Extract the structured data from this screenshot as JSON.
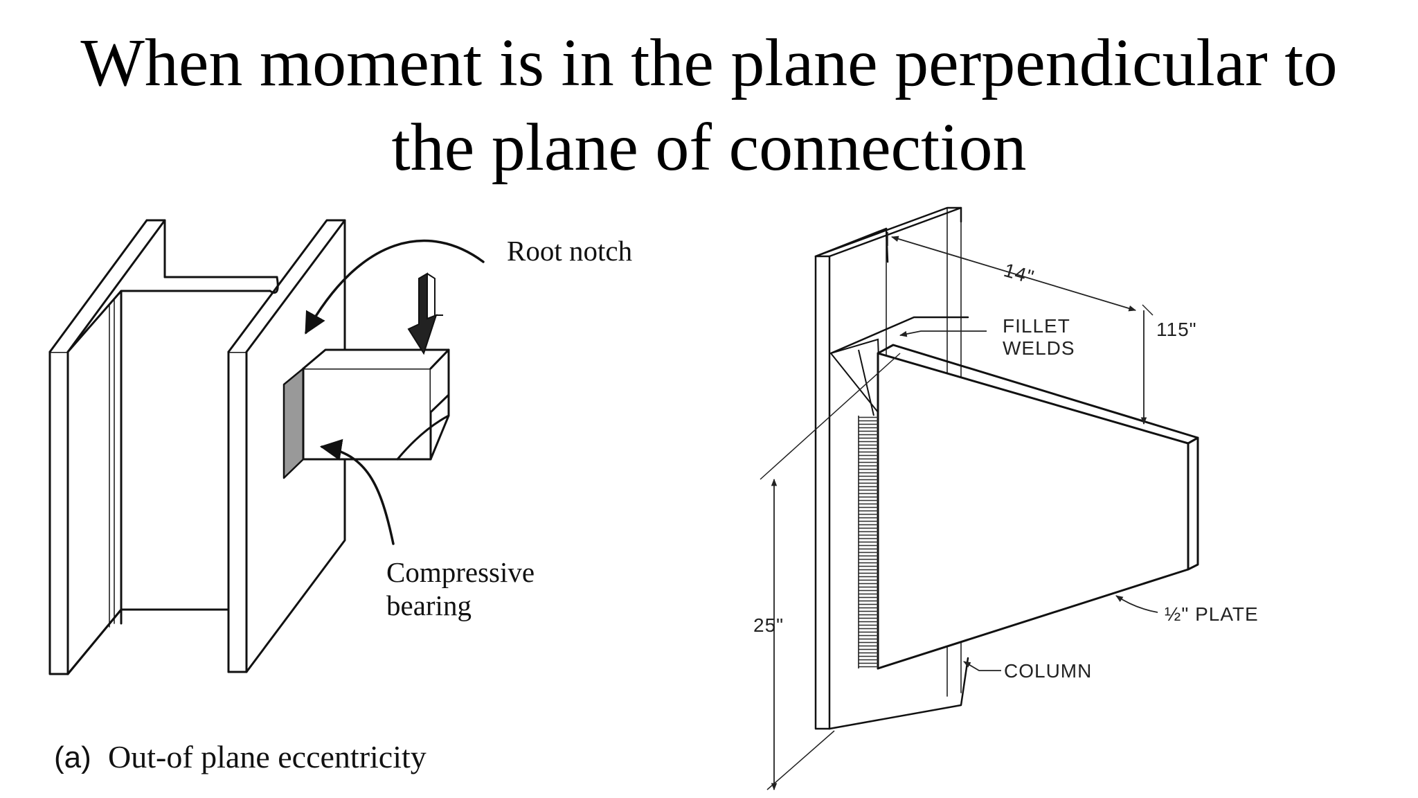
{
  "title": {
    "line1": "When moment is in the plane perpendicular to",
    "line2": "the plane of connection"
  },
  "left_figure": {
    "root_notch_label": "Root notch",
    "compressive_label_line1": "Compressive",
    "compressive_label_line2": "bearing",
    "caption_prefix": "(a)",
    "caption_text": "Out-of plane eccentricity"
  },
  "right_figure": {
    "dim_top": "14\"",
    "dim_right": "115\"",
    "fillet_line1": "FILLET",
    "fillet_line2": "WELDS",
    "dim_height": "25\"",
    "plate_label": "½\" PLATE",
    "column_label": "COLUMN"
  }
}
